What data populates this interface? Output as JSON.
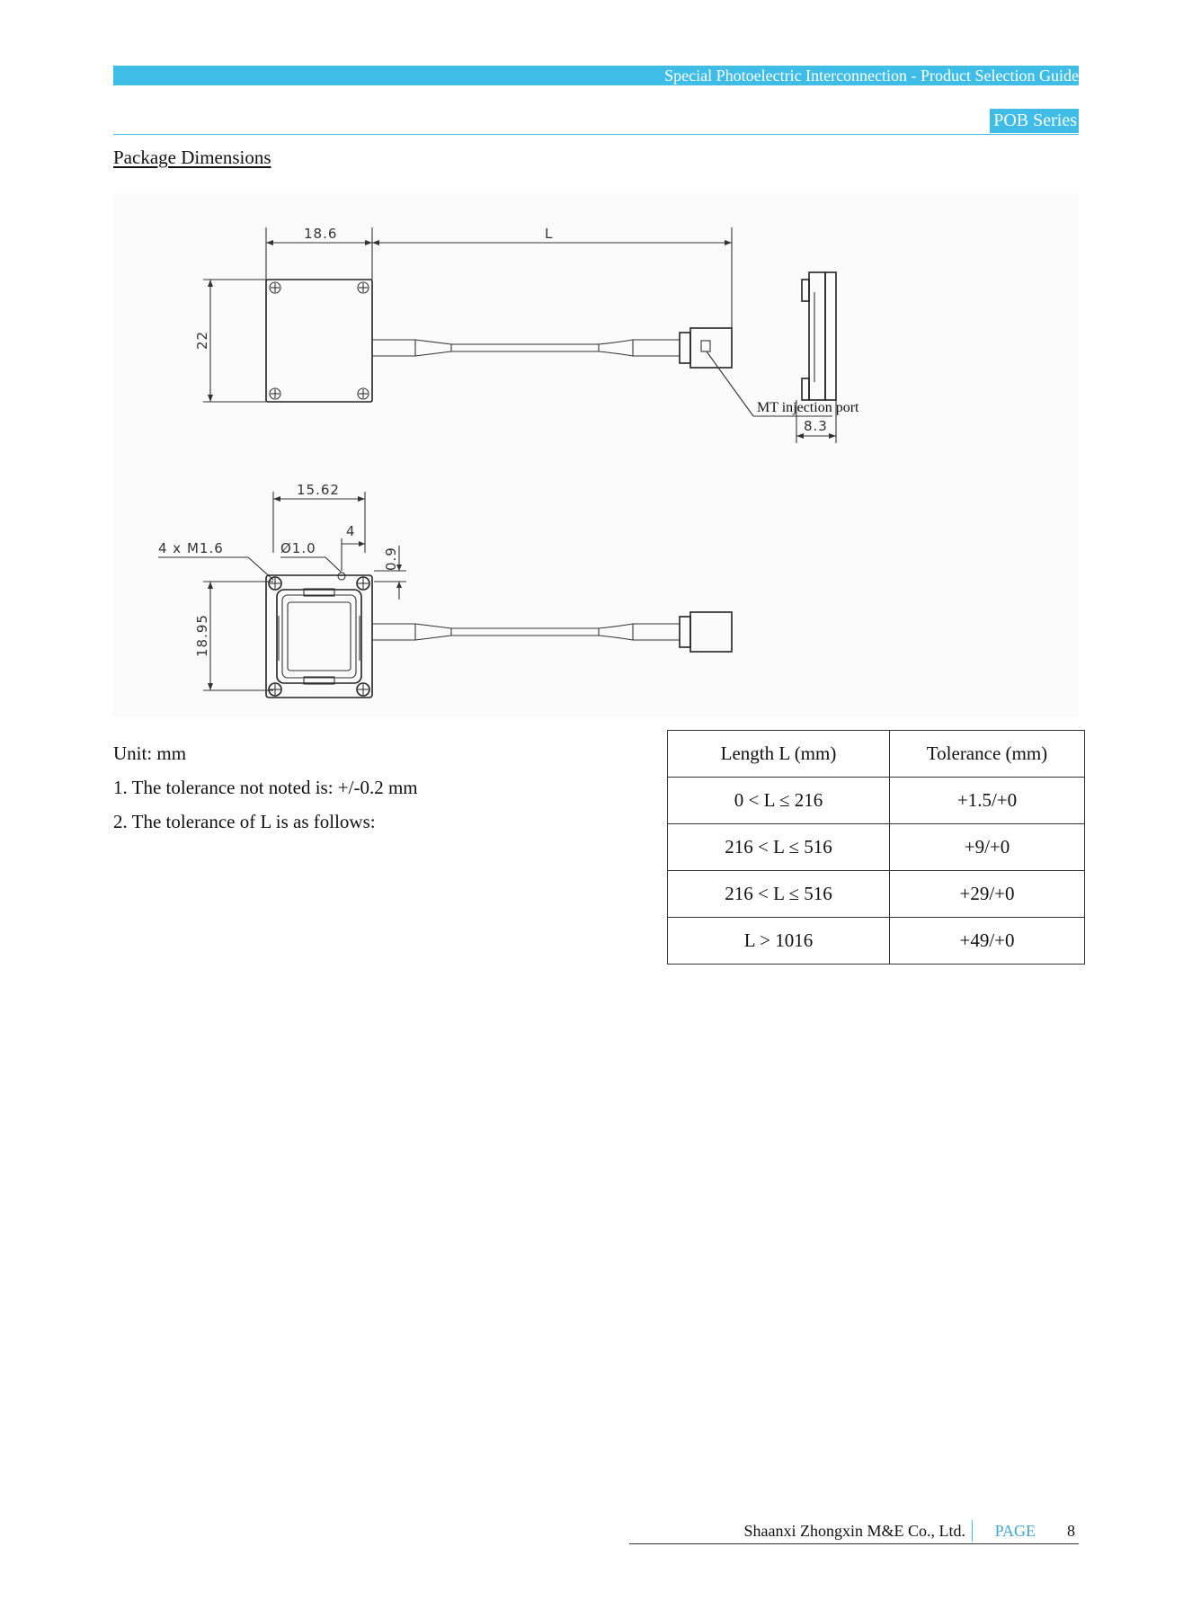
{
  "header": {
    "title": "Special Photoelectric Interconnection - Product Selection Guide",
    "series": "POB Series"
  },
  "section_title": "Package Dimensions",
  "drawing": {
    "dim_width_top": "18.6",
    "dim_length": "L",
    "dim_height_top": "22",
    "callout_port": "MT injection port",
    "dim_side_thickness": "8.3",
    "dim_width_bottom": "15.62",
    "dim_offset": "4",
    "dim_screws": "4 x M1.6",
    "dim_hole": "Ø1.0",
    "dim_hole_offset": "0.9",
    "dim_height_bottom": "18.95"
  },
  "notes": {
    "unit": "Unit: mm",
    "note1": "1. The tolerance not noted is: +/-0.2 mm",
    "note2": "2. The tolerance of L is as follows:"
  },
  "tolerance_table": {
    "headers": [
      "Length L (mm)",
      "Tolerance (mm)"
    ],
    "rows": [
      [
        "0 < L ≤ 216",
        "+1.5/+0"
      ],
      [
        "216 < L ≤ 516",
        "+9/+0"
      ],
      [
        "216 < L ≤ 516",
        "+29/+0"
      ],
      [
        "L > 1016",
        "+49/+0"
      ]
    ]
  },
  "footer": {
    "company": "Shaanxi Zhongxin M&E Co., Ltd.",
    "page_label": "PAGE",
    "page_number": "8"
  },
  "colors": {
    "accent": "#3fbde6"
  }
}
